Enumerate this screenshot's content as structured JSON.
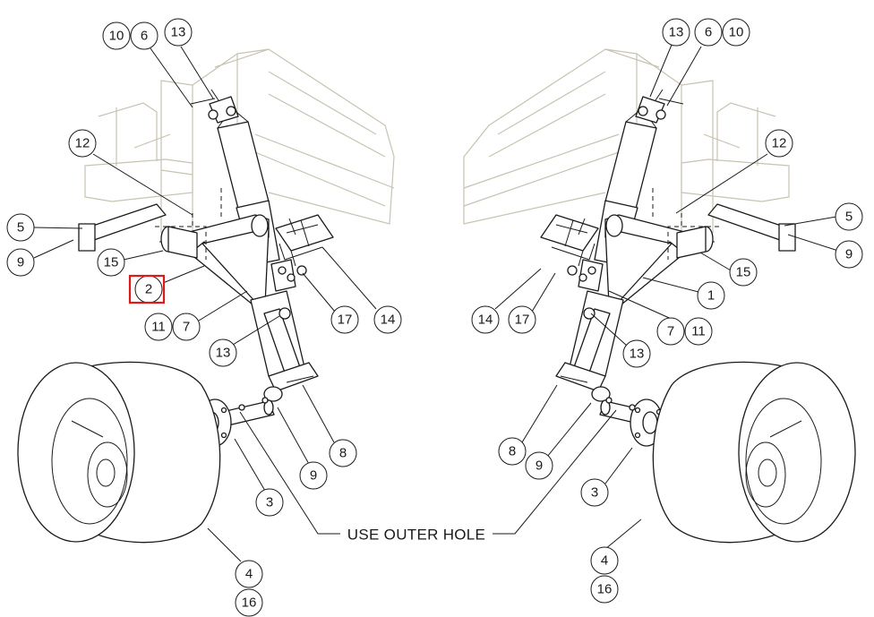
{
  "note": "USE OUTER HOLE",
  "highlight_color": "#e01818",
  "callouts_left": [
    "10",
    "6",
    "13",
    "12",
    "5",
    "9",
    "15",
    "2",
    "11",
    "7",
    "13",
    "17",
    "14",
    "8",
    "9",
    "3",
    "4",
    "16"
  ],
  "callouts_right": [
    "13",
    "6",
    "10",
    "12",
    "5",
    "9",
    "15",
    "1",
    "7",
    "11",
    "13",
    "17",
    "14",
    "8",
    "9",
    "3",
    "4",
    "16"
  ]
}
